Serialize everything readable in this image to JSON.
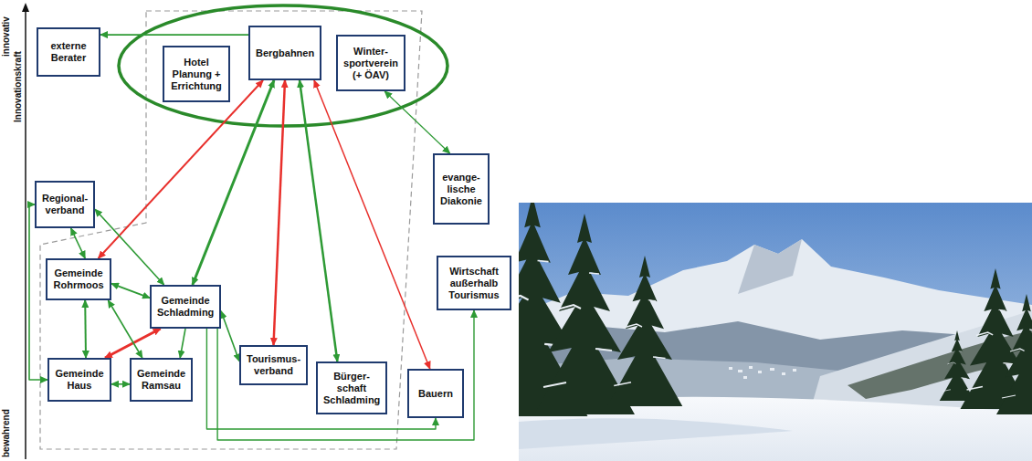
{
  "diagram": {
    "nodes": [
      {
        "text": [
          "externe Berater"
        ]
      },
      {
        "text": [
          "Hotel Planung + Errichtung"
        ]
      },
      {
        "text": [
          "Bergbahnen"
        ]
      },
      {
        "text": [
          "Winter- sportverein (+ ÖAV)"
        ]
      },
      {
        "text": [
          "Regional- verband"
        ]
      },
      {
        "text": [
          "evange- lische Diakonie"
        ]
      },
      {
        "text": [
          "Wirtschaft außerhalb Tourismus"
        ]
      },
      {
        "text": [
          "Gemeinde Rohrmoos"
        ]
      },
      {
        "text": [
          "Gemeinde Schladming"
        ]
      },
      {
        "text": [
          "Gemeinde Haus"
        ]
      },
      {
        "text": [
          "Gemeinde Ramsau"
        ]
      },
      {
        "text": [
          "Tourismus- verband"
        ]
      },
      {
        "text": [
          "Bürger- schaft Schladming"
        ]
      },
      {
        "text": [
          "Bauern"
        ]
      }
    ],
    "edges": [
      {
        "from": 2,
        "to": 0,
        "arrow": "to"
      },
      {
        "from": 2,
        "to": 7,
        "arrow": "both"
      },
      {
        "from": 2,
        "to": 8,
        "arrow": "both"
      },
      {
        "from": 2,
        "to": 11,
        "arrow": "both"
      },
      {
        "from": 2,
        "to": 12,
        "arrow": "both"
      },
      {
        "from": 2,
        "to": 13,
        "arrow": "both"
      },
      {
        "from": 3,
        "to": 5,
        "arrow": "both"
      },
      {
        "from": 4,
        "to": 7,
        "arrow": "both"
      },
      {
        "from": 4,
        "to": 8,
        "arrow": "both"
      },
      {
        "from": 4,
        "to": 9,
        "arrow": "both"
      },
      {
        "from": 7,
        "to": 8,
        "arrow": "both"
      },
      {
        "from": 7,
        "to": 9,
        "arrow": "both"
      },
      {
        "from": 9,
        "to": 8,
        "arrow": "both"
      },
      {
        "from": 7,
        "to": 10,
        "arrow": "both"
      },
      {
        "from": 8,
        "to": 10,
        "arrow": "to"
      },
      {
        "from": 9,
        "to": 10,
        "arrow": "both"
      },
      {
        "from": 8,
        "to": 11,
        "arrow": "both"
      },
      {
        "from": 8,
        "to": 13,
        "arrow": "to"
      },
      {
        "from": 8,
        "to": 6,
        "arrow": "to"
      }
    ],
    "labels": [
      "innovativ",
      "Innovationskraft",
      "bewahrend"
    ]
  }
}
